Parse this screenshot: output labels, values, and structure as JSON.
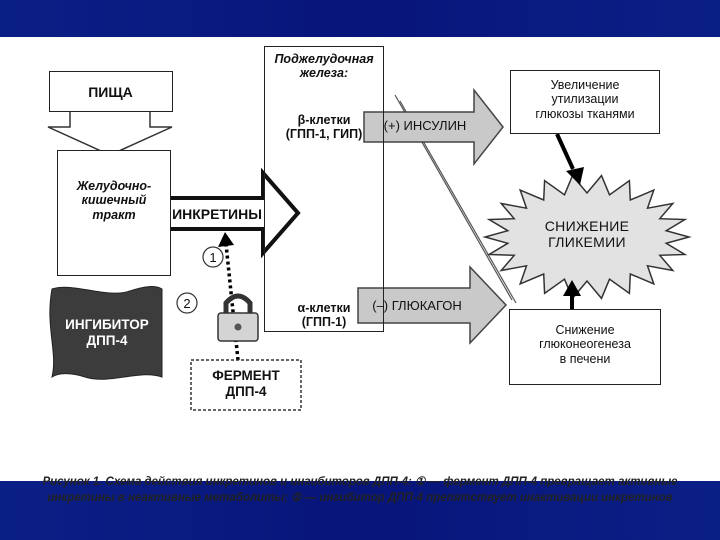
{
  "colors": {
    "background_blue": "#0a1f86",
    "arrow_gray": "#c9c9c9",
    "burst_gray": "#e2e2e2",
    "inhibitor_dark": "#3c3c3c"
  },
  "food": {
    "label": "ПИЩА"
  },
  "gut": {
    "label": "Желудочно-\nкишечный\nтракт"
  },
  "incretins_arrow": {
    "label": "ИНКРЕТИНЫ"
  },
  "pancreas": {
    "title": "Поджелудочная\nжелеза:",
    "beta_cells": "β-клетки\n(ГПП-1, ГИП)",
    "alpha_cells": "α-клетки\n(ГПП-1)"
  },
  "insulin_arrow": {
    "label": "(+) ИНСУЛИН"
  },
  "glucagon_arrow": {
    "label": "(–) ГЛЮКАГОН"
  },
  "glucose_utilization": {
    "label": "Увеличение\nутилизации\nглюкозы тканями"
  },
  "glycemia_burst": {
    "label": "СНИЖЕНИЕ\nГЛИКЕМИИ"
  },
  "gluconeogenesis": {
    "label": "Снижение\nглюконеогенеза\nв печени"
  },
  "inhibitor": {
    "label": "ИНГИБИТОР\nДПП-4"
  },
  "enzyme": {
    "label": "ФЕРМЕНТ\nДПП-4"
  },
  "markers": {
    "one": "1",
    "two": "2"
  },
  "caption": {
    "text": "Рисунок 1. Схема действия инкретинов и ингибиторов ДПП-4: ① — фермент ДПП-4 превращает активные инкретины в неактивные метаболиты; ② — ингибитор ДПП-4 препятствует инактивации инкретинов"
  }
}
